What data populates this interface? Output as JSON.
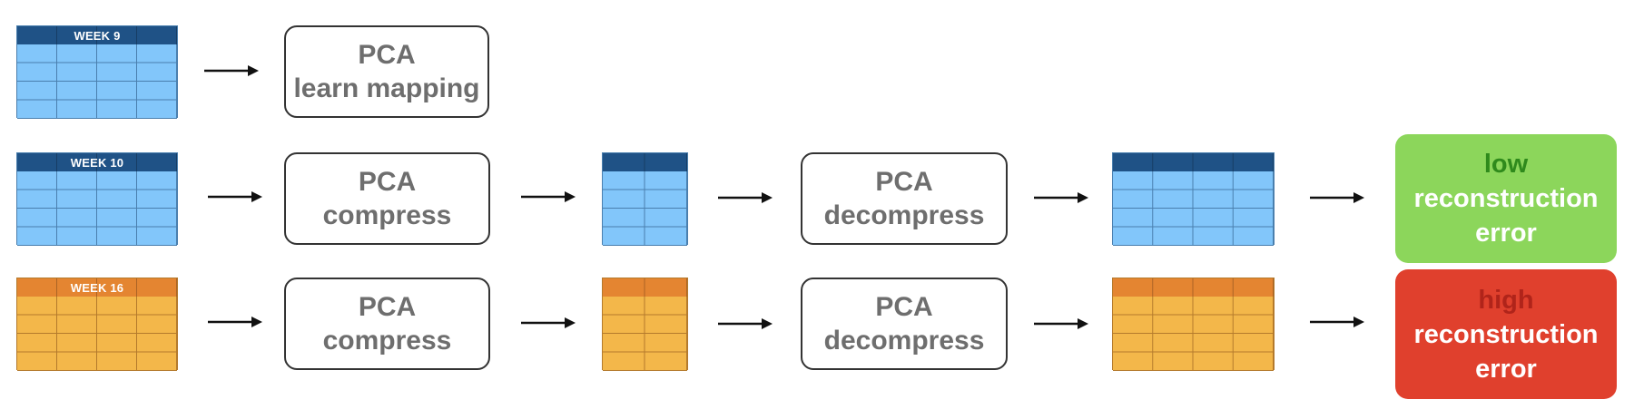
{
  "rows": [
    {
      "week_label": "WEEK 9",
      "week_color": "blue",
      "step1": [
        "PCA",
        "learn mapping"
      ]
    },
    {
      "week_label": "WEEK 10",
      "week_color": "blue",
      "step1": [
        "PCA",
        "compress"
      ],
      "step2": [
        "PCA",
        "decompress"
      ],
      "result": {
        "quality": "low",
        "rest": [
          "reconstruction",
          "error"
        ]
      }
    },
    {
      "week_label": "WEEK 16",
      "week_color": "orange",
      "step1": [
        "PCA",
        "compress"
      ],
      "step2": [
        "PCA",
        "decompress"
      ],
      "result": {
        "quality": "high",
        "rest": [
          "reconstruction",
          "error"
        ]
      }
    }
  ],
  "colors": {
    "blue_header": "#1f5286",
    "blue_cell": "#82c6fa",
    "blue_grid": "#4a7fae",
    "orange_header": "#e48531",
    "orange_cell": "#f3b74a",
    "orange_grid": "#b47a2c",
    "low_error": "#8cd65b",
    "high_error": "#e0402d",
    "arrow": "#111111"
  }
}
